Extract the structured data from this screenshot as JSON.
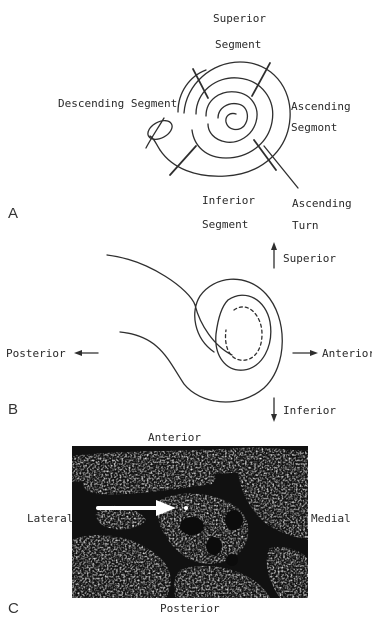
{
  "panel_a": {
    "letter": "A",
    "superior_1": "Superior",
    "superior_2": "Segment",
    "descending": "Descending Segment",
    "ascending_1": "Ascending",
    "ascending_2": "Segmont",
    "inferior_1": "Inferior",
    "inferior_2": "Segment",
    "turn_1": "Ascending",
    "turn_2": "Turn"
  },
  "panel_b": {
    "letter": "B",
    "superior": "Superior",
    "inferior": "Inferior",
    "posterior": "Posterior",
    "anterior": "Anterior"
  },
  "panel_c": {
    "letter": "C",
    "anterior": "Anterior",
    "posterior": "Posterior",
    "lateral": "Lateral",
    "medial": "Medial"
  }
}
